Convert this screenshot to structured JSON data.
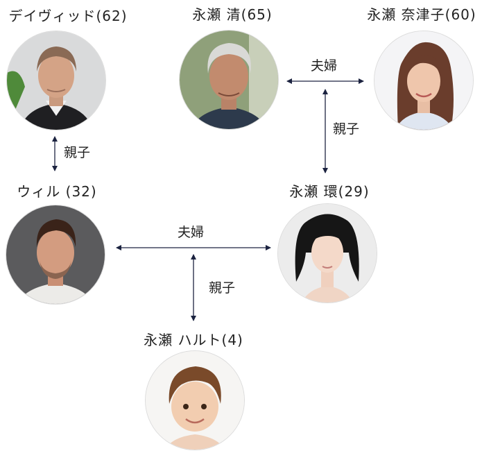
{
  "people": {
    "david": {
      "name": "デイヴィッド(62)"
    },
    "kiyoshi": {
      "name": "永瀬 清(65)"
    },
    "natsuko": {
      "name": "永瀬 奈津子(60)"
    },
    "will": {
      "name": "ウィル (32)"
    },
    "tamaki": {
      "name": "永瀬 環(29)"
    },
    "haruto": {
      "name": "永瀬 ハルト(4)"
    }
  },
  "relations": {
    "kiyoshi_natsuko": "夫婦",
    "kiyoshi_tamaki": "親子",
    "david_will": "親子",
    "will_tamaki": "夫婦",
    "couple_haruto": "親子"
  },
  "colors": {
    "line": "#1c2340",
    "text": "#222222"
  }
}
